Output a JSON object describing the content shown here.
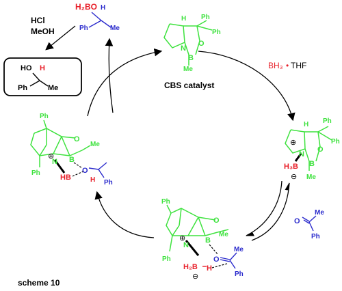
{
  "colors": {
    "catalyst": "#3ee23e",
    "substrate": "#2a2acc",
    "boron": "#e8202a",
    "ink": "#000000"
  },
  "top_product": {
    "h2bo": "H₂BO",
    "h": "H",
    "ph": "Ph",
    "me": "Me"
  },
  "workup": {
    "reagent1": "HCl",
    "reagent2": "MeOH"
  },
  "alcohol_box": {
    "ho": "HO",
    "h": "H",
    "ph": "Ph",
    "me": "Me"
  },
  "cbs": {
    "h": "H",
    "ph1": "Ph",
    "ph2": "Ph",
    "n": "N",
    "b": "B",
    "o": "O",
    "me": "Me",
    "caption": "CBS catalyst"
  },
  "borane": {
    "bh3": "BH₃",
    "dot": "•",
    "thf": "THF"
  },
  "complex": {
    "h": "H",
    "ph1": "Ph",
    "ph2": "Ph",
    "plus": "⊕",
    "n": "N",
    "h3b": "H₃B",
    "minus": "⊖",
    "b": "B",
    "o": "O",
    "me": "Me"
  },
  "ketone": {
    "o": "O",
    "me": "Me",
    "ph": "Ph"
  },
  "ts": {
    "ph_top": "Ph",
    "ph_bot": "Ph",
    "plus": "⊕",
    "n": "N",
    "b": "B",
    "o_ring": "O",
    "me_b": "Me",
    "h2b": "H₂B",
    "minus": "⊖",
    "h": "H",
    "o_sub": "O",
    "me_sub": "Me",
    "ph_sub": "Ph"
  },
  "left_complex": {
    "ph_top": "Ph",
    "ph_bot": "Ph",
    "plus": "⊕",
    "n": "N",
    "b": "B",
    "o_ring": "O",
    "me_b": "Me",
    "hb": "HB",
    "o_sub": "O",
    "h": "H",
    "ph_sub": "Ph"
  },
  "caption": "scheme 10"
}
